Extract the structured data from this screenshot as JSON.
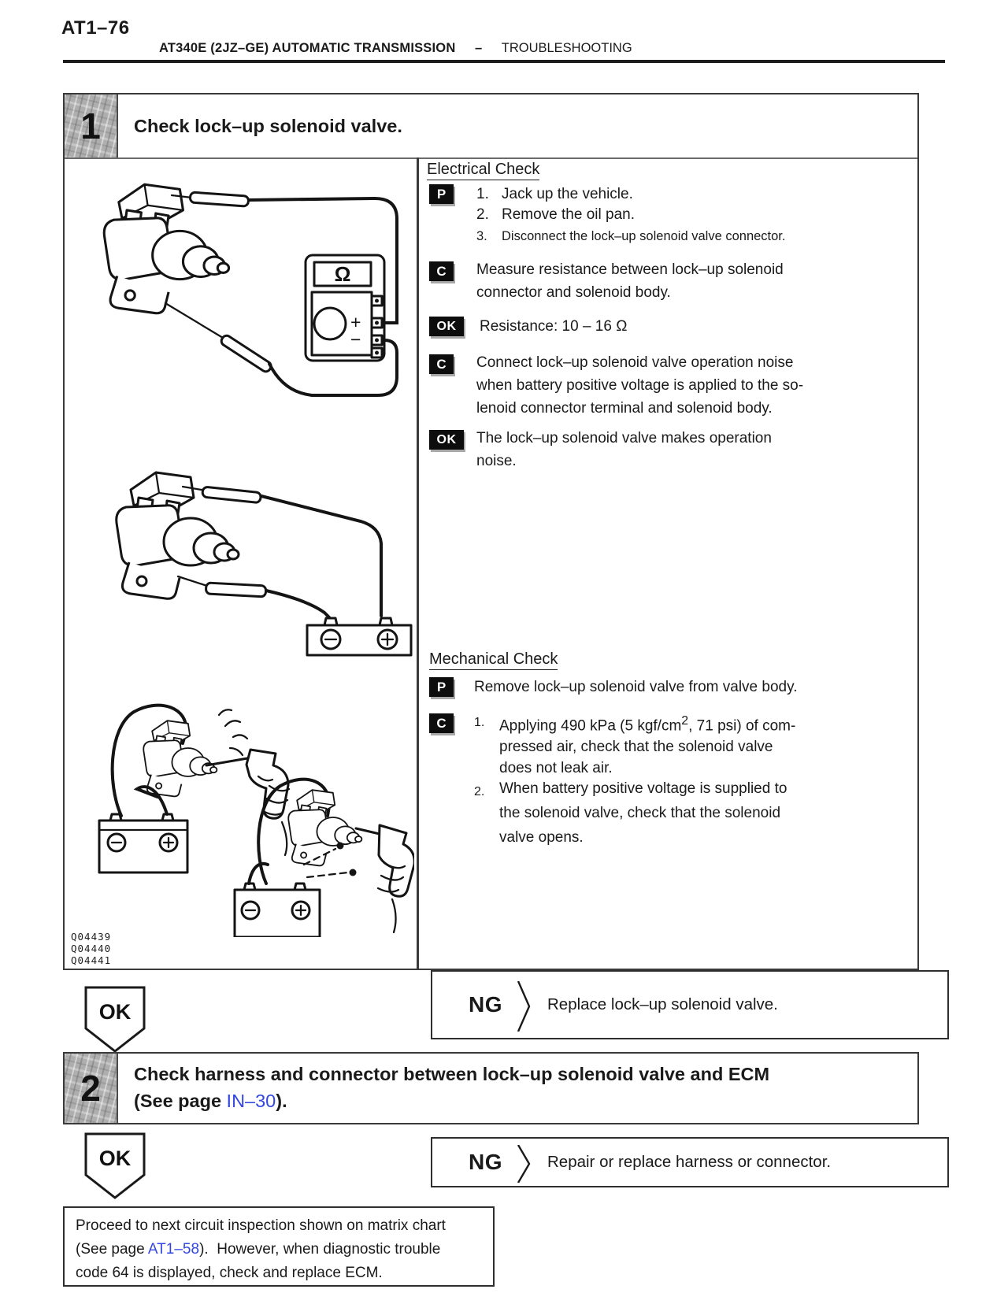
{
  "colors": {
    "link": "#3347e0"
  },
  "header": {
    "page_code": "AT1–76",
    "section_bold": "AT340E (2JZ–GE) AUTOMATIC TRANSMISSION",
    "section_sep": "–",
    "section_rest": "TROUBLESHOOTING"
  },
  "badges": {
    "p": "P",
    "c": "C",
    "ok": "OK"
  },
  "step1": {
    "number": "1",
    "title": "Check lock–up solenoid valve.",
    "electrical": {
      "heading": "Electrical Check",
      "prep_items": [
        {
          "num": "1.",
          "text": "Jack up the vehicle."
        },
        {
          "num": "2.",
          "text": "Remove the oil pan."
        },
        {
          "num": "3.",
          "text": "Disconnect the lock–up solenoid valve connector."
        }
      ],
      "check1": "Measure resistance between lock–up solenoid\nconnector and solenoid body.",
      "ok1": "Resistance: 10 – 16 Ω",
      "check2": "Connect lock–up solenoid valve operation noise\nwhen battery positive voltage is applied to the so-\nlenoid connector terminal and solenoid body.",
      "ok2": "The lock–up solenoid valve makes operation\nnoise."
    },
    "mechanical": {
      "heading": "Mechanical Check",
      "prep": "Remove lock–up solenoid valve from valve body.",
      "item1_num": "1.",
      "item1_pre": "Applying 490 kPa (5 kgf/cm",
      "item1_sup": "2",
      "item1_post": ", 71 psi) of com-\npressed air, check that the solenoid valve\ndoes not leak air.",
      "item2_num": "2.",
      "item2_text": "When battery positive voltage is supplied to\nthe solenoid valve, check that the solenoid\nvalve opens."
    },
    "figure_codes": [
      "Q04439",
      "Q04440",
      "Q04441"
    ],
    "ok_label": "OK",
    "ng_label": "NG",
    "ng_action": "Replace lock–up solenoid valve."
  },
  "step2": {
    "number": "2",
    "title_line1": "Check harness and connector between lock–up solenoid valve and ECM",
    "title_line2_pre": "(See page ",
    "title_link": "IN–30",
    "title_line2_post": ").",
    "ok_label": "OK",
    "ng_label": "NG",
    "ng_action": "Repair or replace harness or connector."
  },
  "footer_box": {
    "line1": "Proceed to next circuit inspection shown on matrix chart",
    "line2_pre": "(See page ",
    "line2_link": "AT1–58",
    "line2_post": ").  However, when diagnostic trouble",
    "line3": "code 64 is displayed, check and replace ECM."
  },
  "illustrations": {
    "meter": {
      "omega": "Ω",
      "plus": "+",
      "minus": "−"
    }
  }
}
